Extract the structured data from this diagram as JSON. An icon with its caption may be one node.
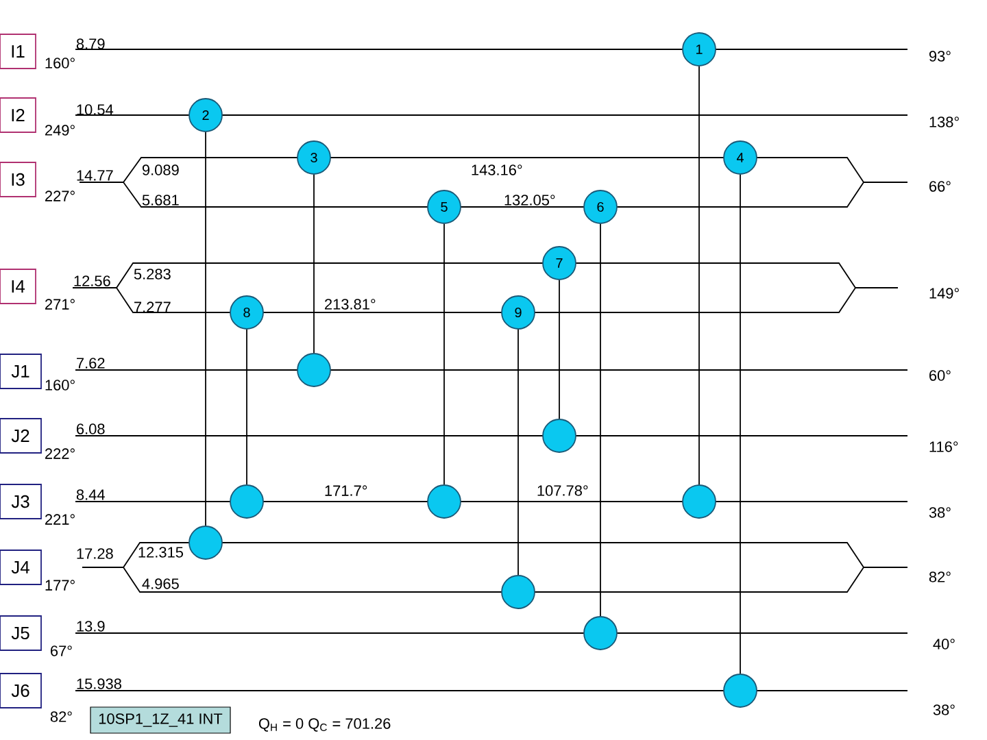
{
  "diagram": {
    "nodes": [
      {
        "text": [
          "I1"
        ]
      },
      {
        "text": [
          "1"
        ]
      },
      {
        "text": [
          "I2"
        ]
      },
      {
        "text": [
          "2"
        ]
      },
      {
        "text": [
          "3"
        ]
      },
      {
        "text": [
          "4"
        ]
      },
      {
        "text": [
          "I3"
        ]
      },
      {
        "text": [
          "5"
        ]
      },
      {
        "text": [
          "6"
        ]
      },
      {
        "text": [
          "7"
        ]
      },
      {
        "text": [
          "I4"
        ]
      },
      {
        "text": [
          "8"
        ]
      },
      {
        "text": [
          "9"
        ]
      },
      {
        "text": [
          "J1"
        ]
      },
      {
        "text": [],
        "shape": "circle"
      },
      {
        "text": [
          "J2"
        ]
      },
      {
        "text": [],
        "shape": "circle"
      },
      {
        "text": [
          "J3"
        ]
      },
      {
        "text": [],
        "shape": "circle"
      },
      {
        "text": [],
        "shape": "circle"
      },
      {
        "text": [],
        "shape": "circle"
      },
      {
        "text": [
          "J4"
        ]
      },
      {
        "text": [],
        "shape": "circle"
      },
      {
        "text": [],
        "shape": "circle"
      },
      {
        "text": [
          "J5"
        ]
      },
      {
        "text": [],
        "shape": "circle"
      },
      {
        "text": [
          "J6"
        ]
      },
      {
        "text": [],
        "shape": "circle"
      },
      {
        "text": [
          "10SP1_1Z_41 INT"
        ]
      }
    ],
    "edges": [
      {
        "from": 1,
        "to": 20,
        "arrow": "none"
      },
      {
        "from": 3,
        "to": 22,
        "arrow": "none"
      },
      {
        "from": 4,
        "to": 14,
        "arrow": "none"
      },
      {
        "from": 5,
        "to": 27,
        "arrow": "none"
      },
      {
        "from": 7,
        "to": 19,
        "arrow": "none"
      },
      {
        "from": 8,
        "to": 25,
        "arrow": "none"
      },
      {
        "from": 9,
        "to": 16,
        "arrow": "none"
      },
      {
        "from": 11,
        "to": 18,
        "arrow": "none"
      },
      {
        "from": 12,
        "to": 23,
        "arrow": "none"
      }
    ],
    "labels": [
      "8.79",
      "93°",
      "160°",
      "10.54",
      "138°",
      "249°",
      "9.089",
      "143.16°",
      "14.77",
      "66°",
      "227°",
      "5.681",
      "132.05°",
      "5.283",
      "12.56",
      "149°",
      "271°",
      "7.277",
      "213.81°",
      "7.62",
      "60°",
      "160°",
      "6.08",
      "116°",
      "222°",
      "8.44",
      "171.7°",
      "107.78°",
      "38°",
      "221°",
      "17.28",
      "12.315",
      "82°",
      "177°",
      "4.965",
      "13.9",
      "40°",
      "67°",
      "15.938",
      "38°",
      "82°",
      "Q$_{H}$ = 0  Q$_{C}$ = 701.26"
    ]
  }
}
